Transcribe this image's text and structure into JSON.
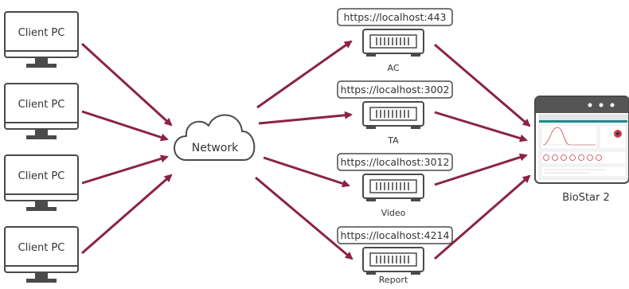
{
  "clients": [
    {
      "label": "Client PC"
    },
    {
      "label": "Client PC"
    },
    {
      "label": "Client PC"
    },
    {
      "label": "Client PC"
    }
  ],
  "network": {
    "label": "Network"
  },
  "servers": [
    {
      "url": "https://localhost:443",
      "name": "AC"
    },
    {
      "url": "https://localhost:3002",
      "name": "TA"
    },
    {
      "url": "https://localhost:3012",
      "name": "Video"
    },
    {
      "url": "https://localhost:4214",
      "name": "Report"
    }
  ],
  "biostar": {
    "label": "BioStar 2"
  },
  "colors": {
    "arrow": "#8b2346",
    "outline": "#4a4a4a",
    "ui_accent": "#1a8c8c",
    "ui_alert": "#c8404a"
  },
  "icons": {
    "client": "monitor-icon",
    "network": "cloud-icon",
    "server": "server-icon",
    "biostar": "tablet-screenshot-icon"
  }
}
